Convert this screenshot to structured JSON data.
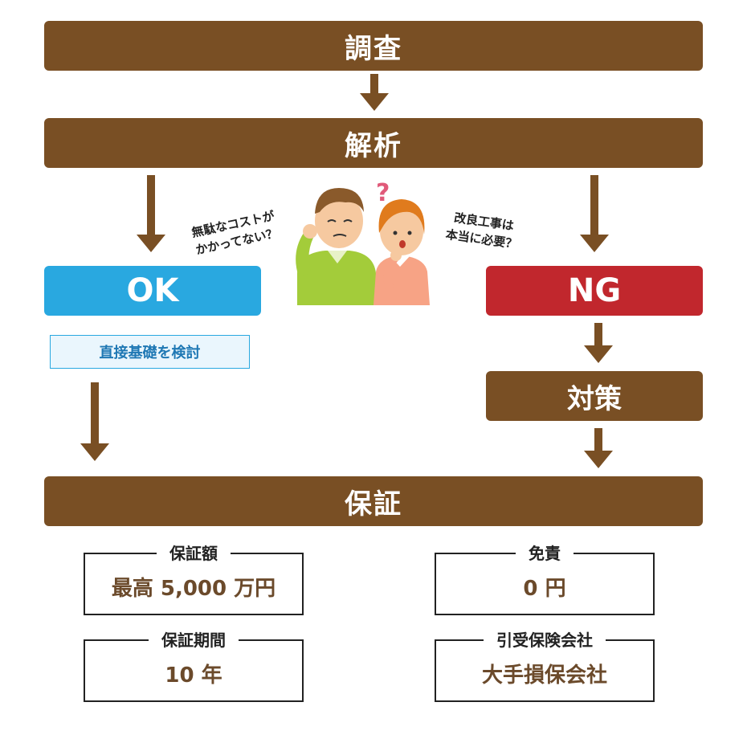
{
  "flow": {
    "survey": "調査",
    "analysis": "解析",
    "ok": "OK",
    "ng": "NG",
    "ok_note": "直接基礎を検討",
    "countermeasure": "対策",
    "guarantee": "保証"
  },
  "bubbles": {
    "man_line1": "無駄なコストが",
    "man_line2": "かかってない？",
    "woman_line1": "改良工事は",
    "woman_line2": "本当に必要？",
    "question_mark": "?"
  },
  "details": {
    "amount_label": "保証額",
    "amount_value": "最高 5,000 万円",
    "deductible_label": "免責",
    "deductible_value": "0 円",
    "period_label": "保証期間",
    "period_value": "10 年",
    "insurer_label": "引受保険会社",
    "insurer_value": "大手損保会社"
  },
  "colors": {
    "brown": "#794f24",
    "ok_blue": "#29a8e0",
    "ng_red": "#c1272d",
    "value_brown": "#6b4a2b"
  }
}
